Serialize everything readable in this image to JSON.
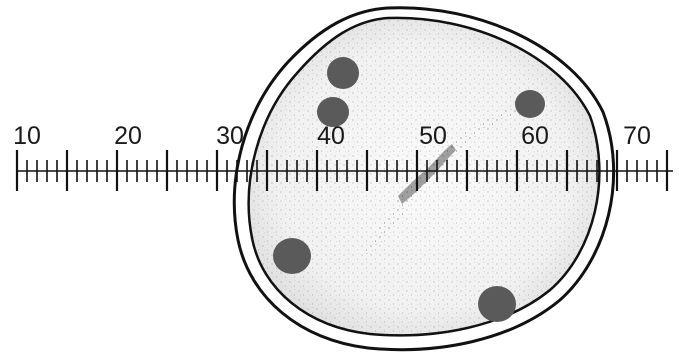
{
  "ruler": {
    "labels": [
      "10",
      "20",
      "30",
      "40",
      "50",
      "60",
      "70"
    ],
    "start_value": 10,
    "end_value": 75,
    "minor_step": 1,
    "major_step": 5
  },
  "cell": {
    "outer_fill": "#ffffff",
    "membrane_color": "#111111",
    "cytoplasm_color": "#f0f0f0",
    "organelle_color": "#5a5a5a",
    "organelle_count": 5,
    "streak": "stippled diagonal streak"
  }
}
